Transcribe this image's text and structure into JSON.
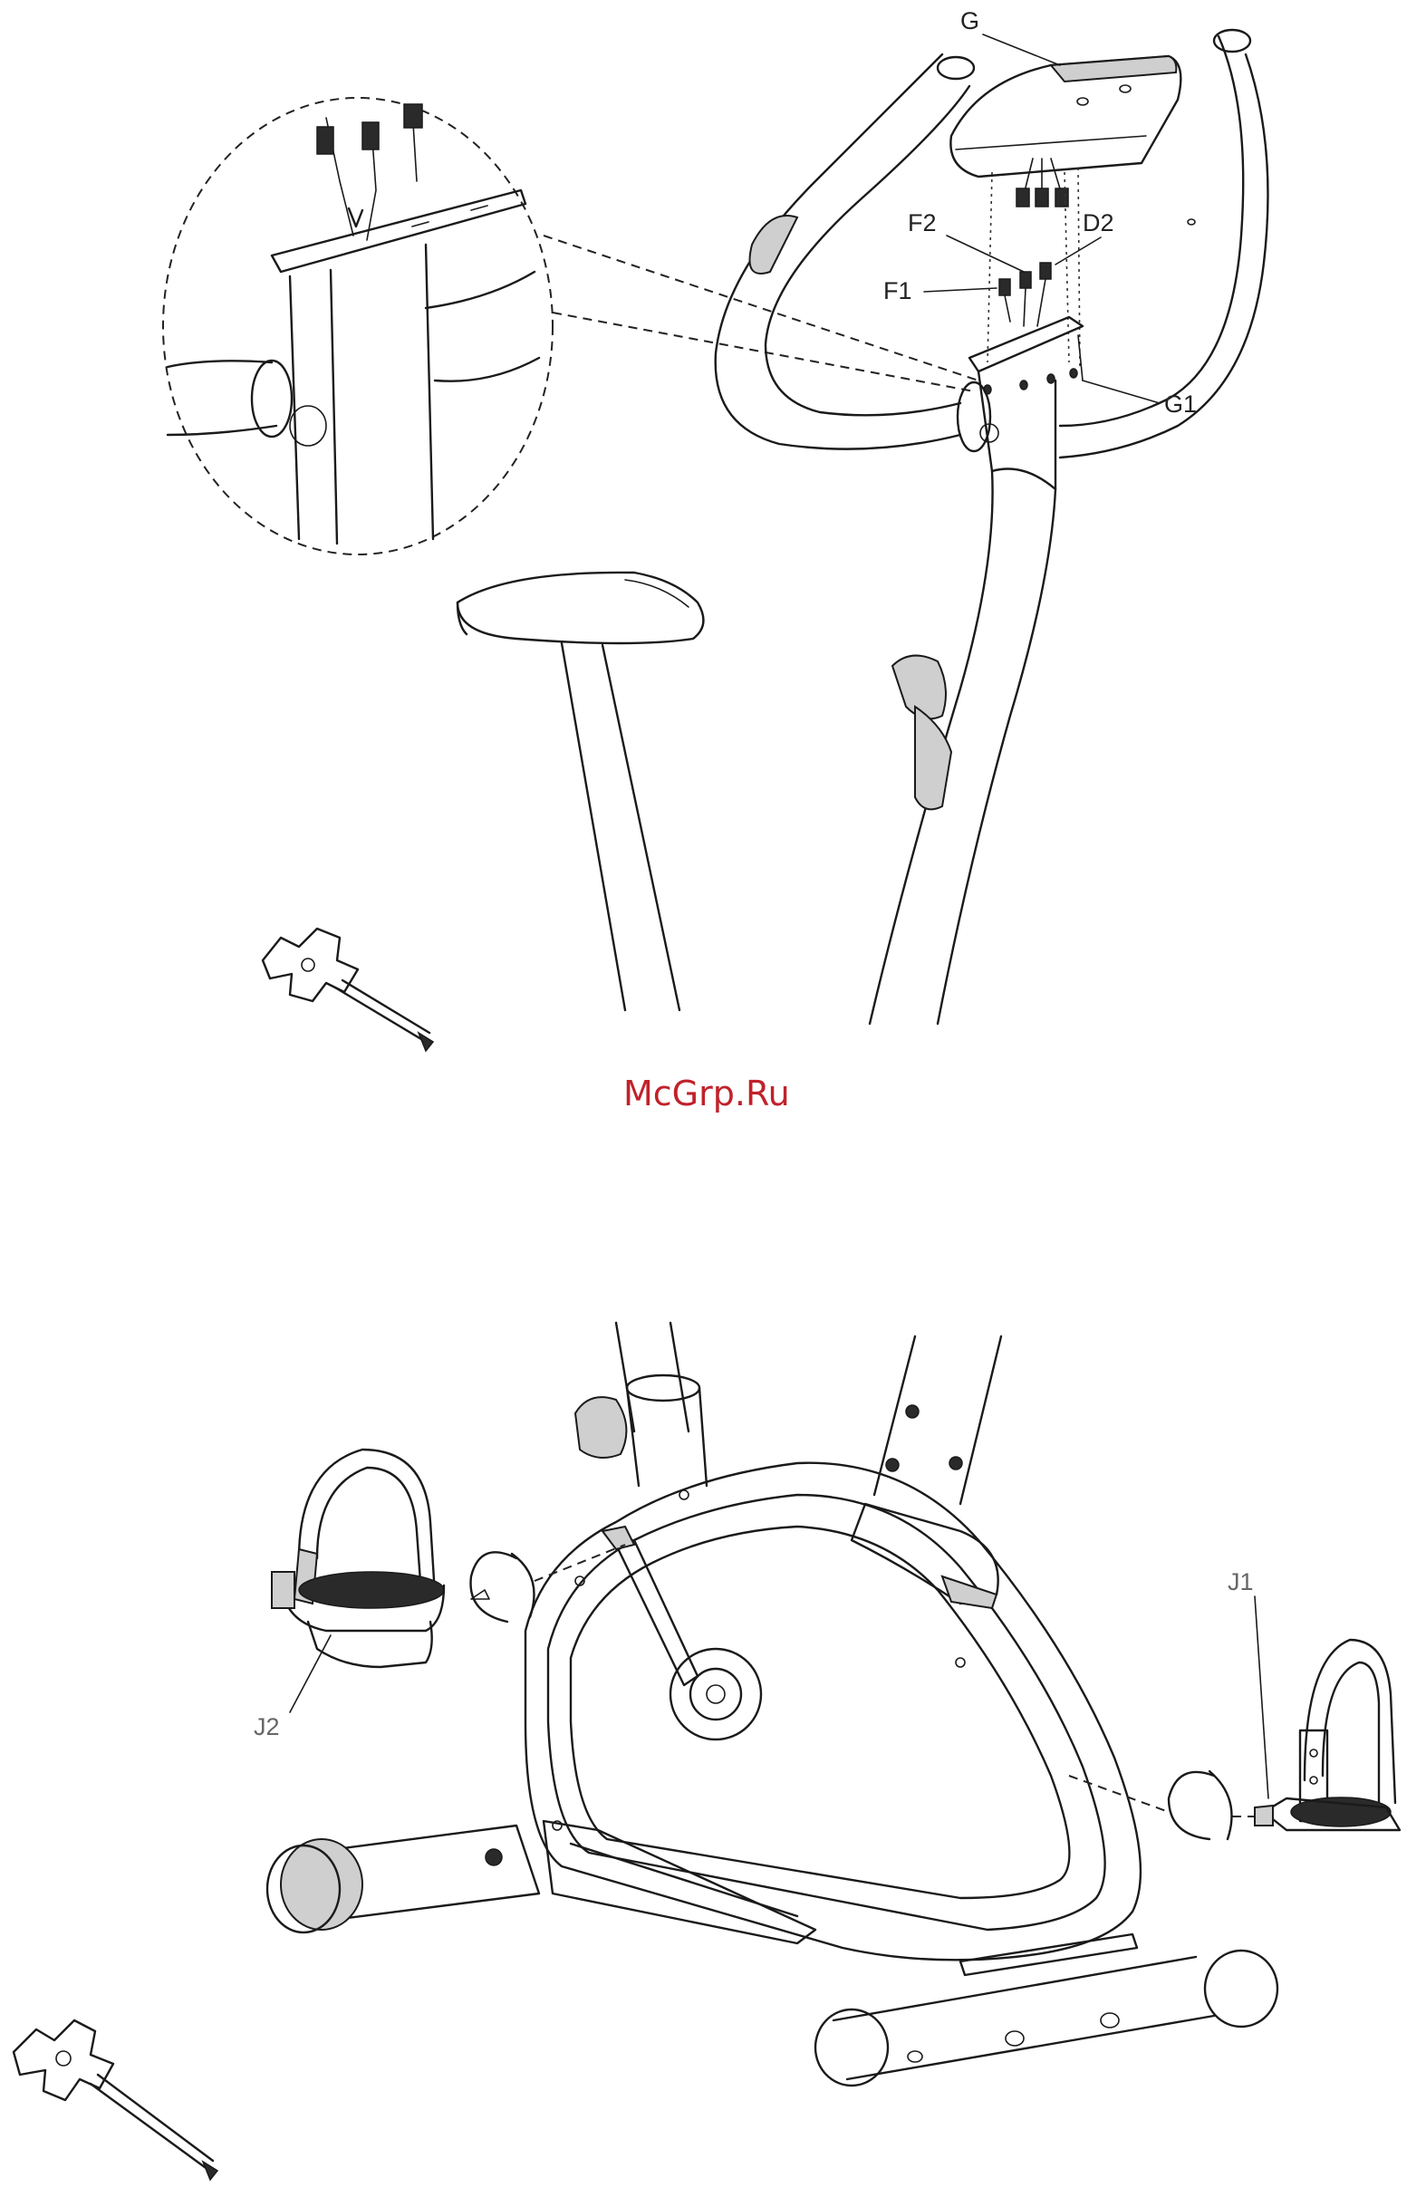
{
  "watermark": "McGrp.Ru",
  "top_figure": {
    "labels": {
      "g": "G",
      "f2": "F2",
      "d2": "D2",
      "f1": "F1",
      "g1": "G1"
    }
  },
  "bottom_figure": {
    "labels": {
      "j1": "J1",
      "j2": "J2"
    }
  },
  "icons": [
    "star-wrench-icon",
    "star-wrench-icon"
  ]
}
